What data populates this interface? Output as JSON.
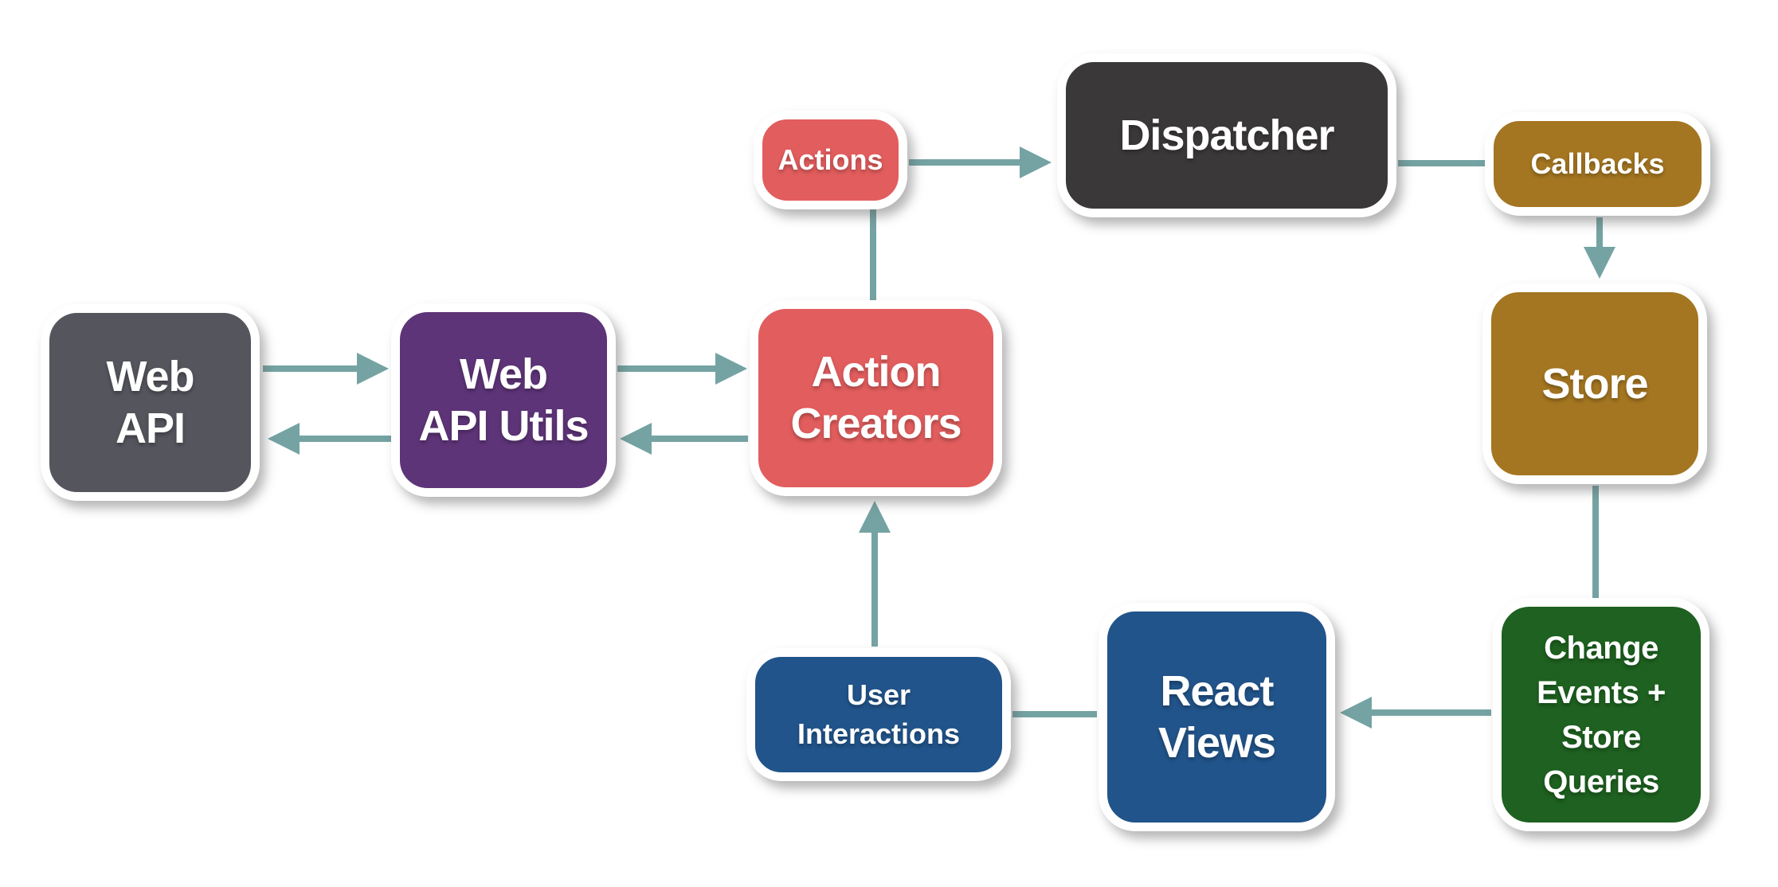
{
  "diagram": {
    "connector_color": "#75a3a3",
    "border_color": "#ffffff",
    "background_color": "#ffffff",
    "text_color": "#ffffff",
    "nodes": {
      "web_api": {
        "name": "Web API",
        "lines": [
          "Web",
          "API"
        ],
        "color": "#54555d"
      },
      "web_api_utils": {
        "name": "Web API Utils",
        "lines": [
          "Web",
          "API Utils"
        ],
        "color": "#5e3478"
      },
      "action_creators": {
        "name": "Action Creators",
        "lines": [
          "Action",
          "Creators"
        ],
        "color": "#e25d5d"
      },
      "actions": {
        "name": "Actions",
        "lines": [
          "Actions"
        ],
        "color": "#e25d5d"
      },
      "dispatcher": {
        "name": "Dispatcher",
        "lines": [
          "Dispatcher"
        ],
        "color": "#3b3839"
      },
      "callbacks": {
        "name": "Callbacks",
        "lines": [
          "Callbacks"
        ],
        "color": "#a47621"
      },
      "store": {
        "name": "Store",
        "lines": [
          "Store"
        ],
        "color": "#a47621"
      },
      "change_events": {
        "name": "Change Events + Store Queries",
        "lines": [
          "Change",
          "Events +",
          "Store",
          "Queries"
        ],
        "color": "#1e6120"
      },
      "react_views": {
        "name": "React Views",
        "lines": [
          "React",
          "Views"
        ],
        "color": "#21548a"
      },
      "user_interactions": {
        "name": "User Interactions",
        "lines": [
          "User",
          "Interactions"
        ],
        "color": "#21548a"
      }
    },
    "edges": [
      {
        "from": "Web API",
        "to": "Web API Utils",
        "arrow": true
      },
      {
        "from": "Web API Utils",
        "to": "Web API",
        "arrow": true
      },
      {
        "from": "Web API Utils",
        "to": "Action Creators",
        "arrow": true
      },
      {
        "from": "Action Creators",
        "to": "Web API Utils",
        "arrow": true
      },
      {
        "from": "Actions",
        "to": "Action Creators",
        "arrow": false
      },
      {
        "from": "Actions",
        "to": "Dispatcher",
        "arrow": true
      },
      {
        "from": "Dispatcher",
        "to": "Callbacks",
        "arrow": false
      },
      {
        "from": "Callbacks",
        "to": "Store",
        "arrow": true
      },
      {
        "from": "Store",
        "to": "Change Events + Store Queries",
        "arrow": false
      },
      {
        "from": "Change Events + Store Queries",
        "to": "React Views",
        "arrow": true
      },
      {
        "from": "React Views",
        "to": "User Interactions",
        "arrow": false
      },
      {
        "from": "User Interactions",
        "to": "Action Creators",
        "arrow": true
      }
    ]
  }
}
